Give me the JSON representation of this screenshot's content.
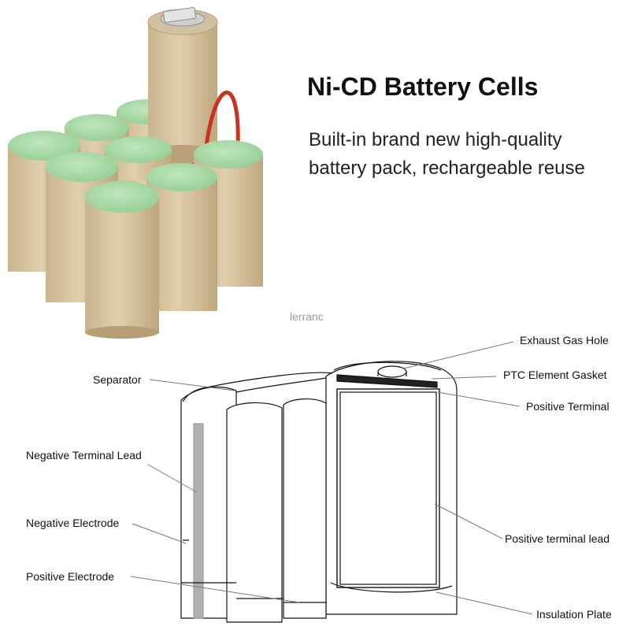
{
  "header": {
    "title": "Ni-CD Battery Cells",
    "subtitle_line1": "Built-in brand new high-quality",
    "subtitle_line2": "battery pack, rechargeable reuse"
  },
  "watermark": "lerranc",
  "diagram": {
    "labels": {
      "exhaust_gas_hole": "Exhaust Gas Hole",
      "ptc_element_gasket": "PTC Element Gasket",
      "positive_terminal": "Positive Terminal",
      "separator": "Separator",
      "negative_terminal_lead": "Negative Terminal Lead",
      "negative_electrode": "Negative Electrode",
      "positive_electrode": "Positive Electrode",
      "positive_terminal_lead": "Positive terminal lead",
      "insulation_plate": "Insulation Plate"
    }
  },
  "colors": {
    "cell_wrap": "#d6c39e",
    "cell_top": "#a8d8a6",
    "wire": "#c8341f"
  }
}
